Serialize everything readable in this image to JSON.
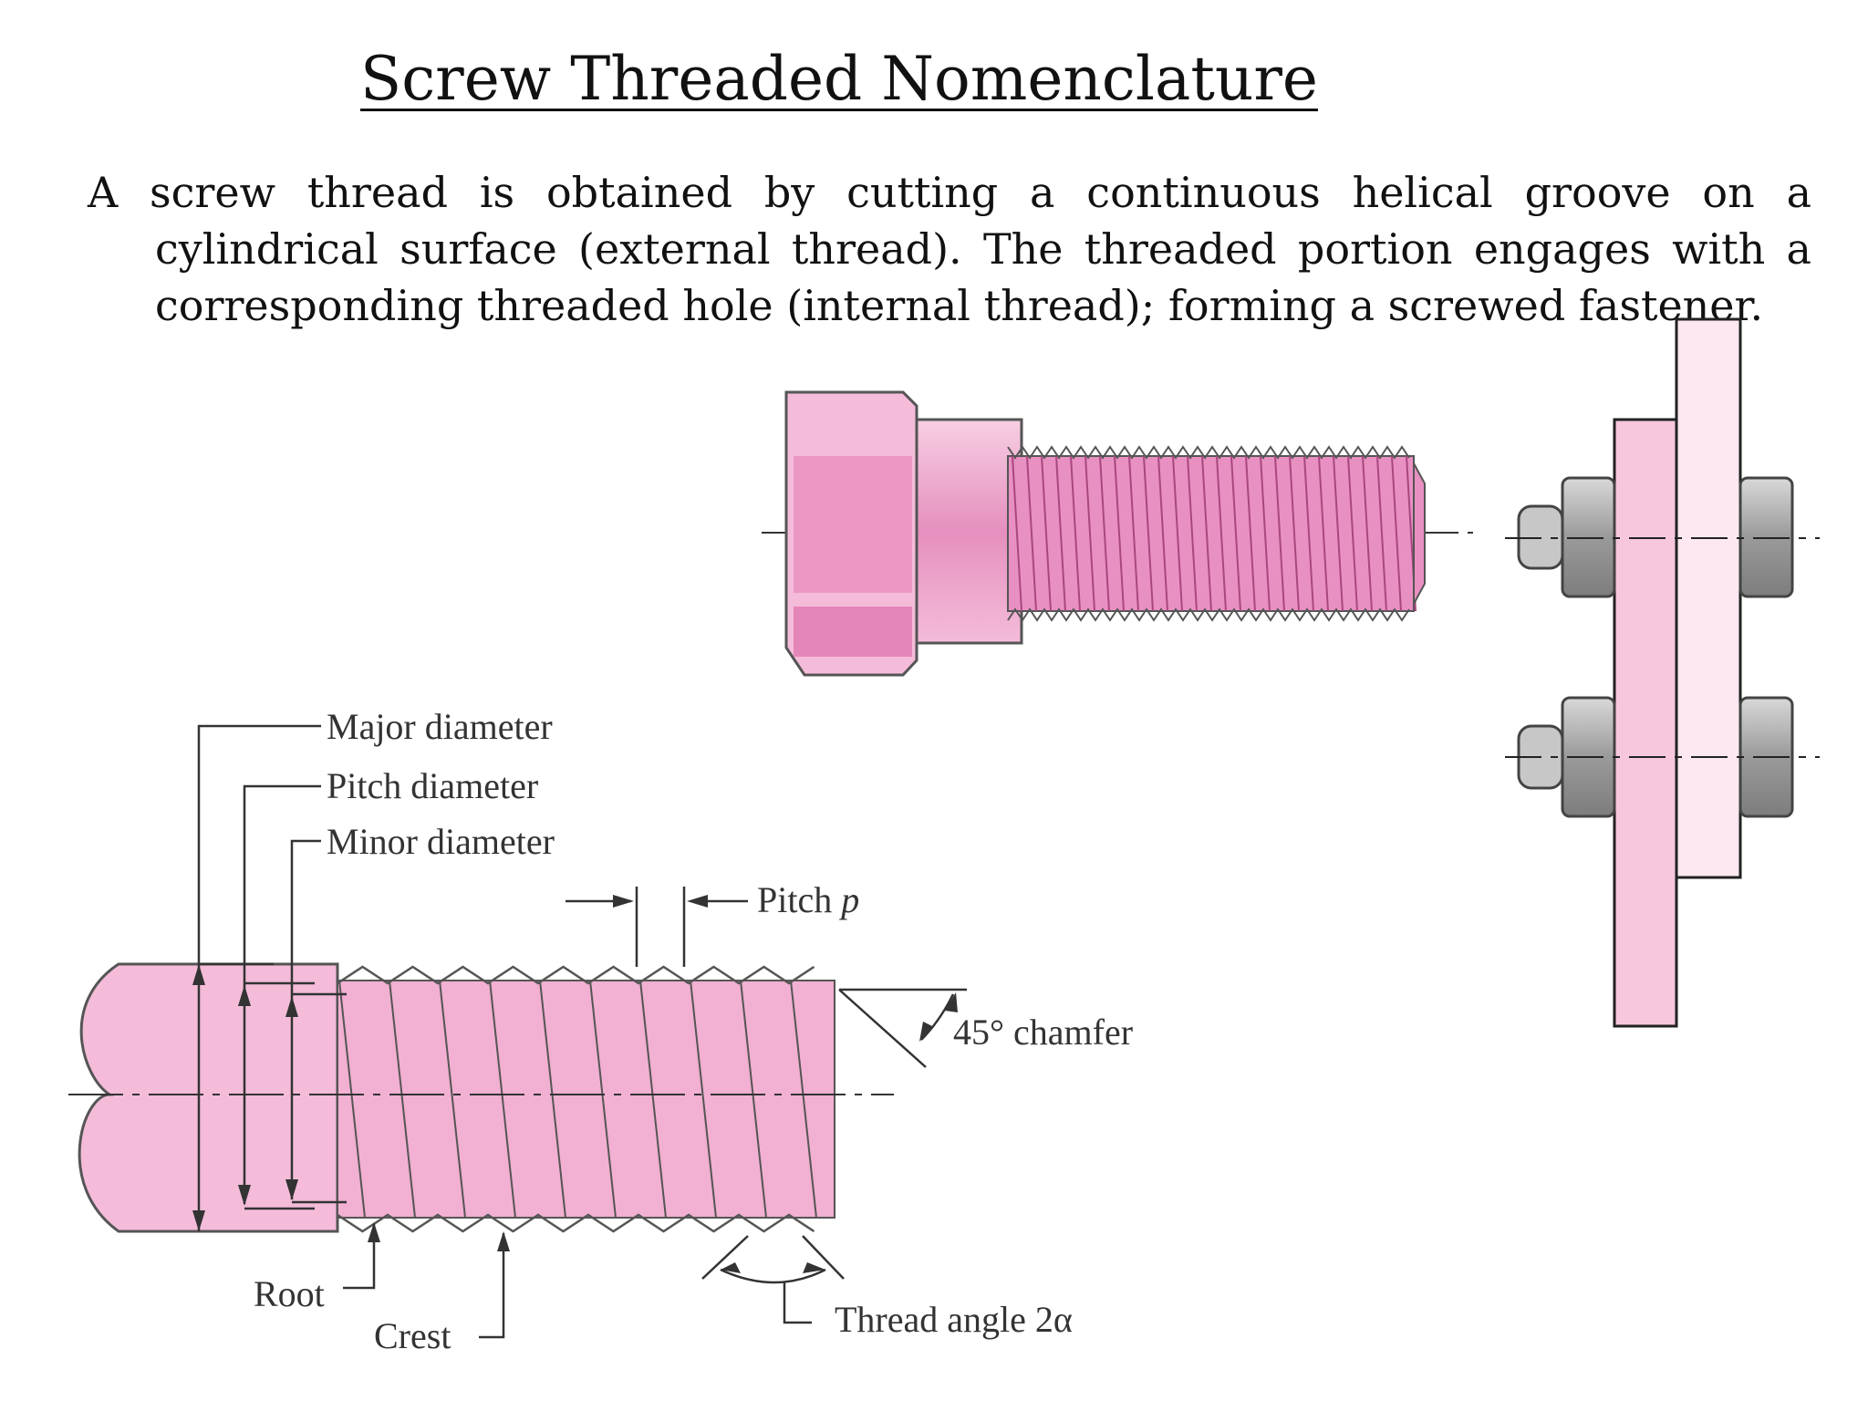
{
  "title": "Screw Threaded Nomenclature",
  "intro": "A screw thread is obtained by cutting a continuous helical groove on a cylindrical surface (external thread). The threaded portion engages with a corresponding threaded hole (internal thread); forming a screwed fastener.",
  "labels": {
    "major": "Major diameter",
    "pitch_dia": "Pitch diameter",
    "minor": "Minor diameter",
    "pitch": "Pitch",
    "pitch_sym": "p",
    "chamfer": "45° chamfer",
    "root": "Root",
    "crest": "Crest",
    "angle": "Thread angle 2α"
  },
  "colors": {
    "pink": "#f2b8d6",
    "pink_dark": "#d97fb0",
    "pink_light": "#fbe3ef",
    "steel": "#b9b9b9",
    "ink": "#333333"
  }
}
